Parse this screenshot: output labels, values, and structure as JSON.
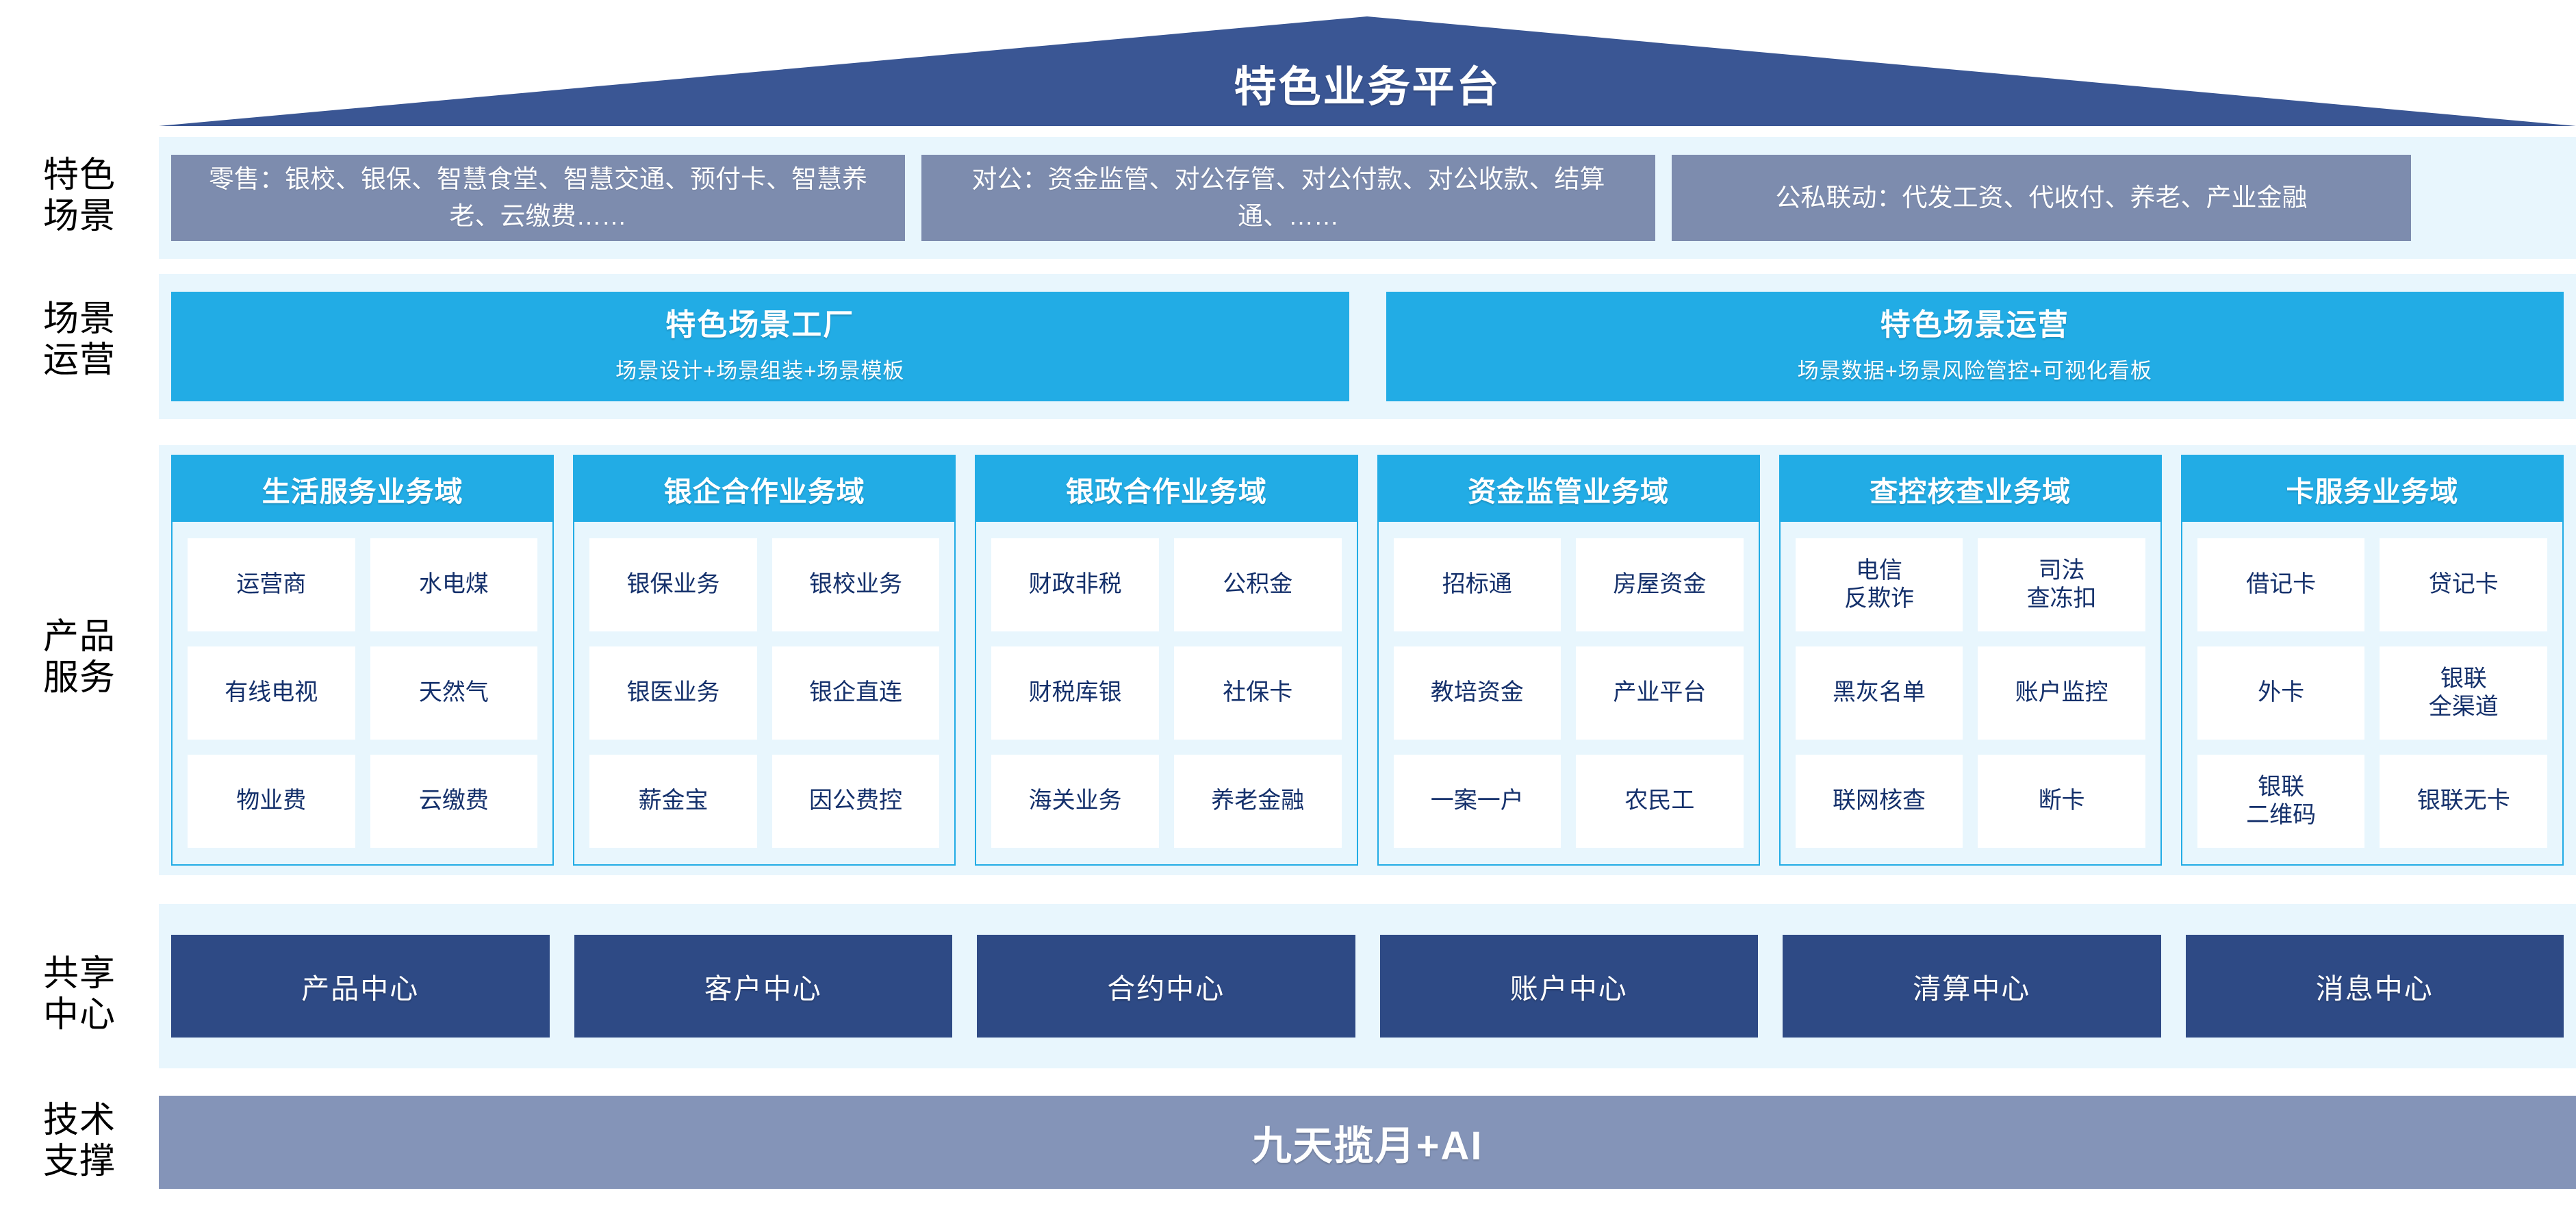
{
  "title": "特色业务平台",
  "colors": {
    "roof": "#3a5694",
    "panel_bg": "#e8f6fd",
    "scenario_box": "#7d8cae",
    "cyan": "#22ace5",
    "navy": "#2e4a85",
    "slate": "#8494b8",
    "cell_text": "#14306b"
  },
  "row_labels": [
    {
      "name": "scenario",
      "lines": [
        "特色",
        "场景"
      ]
    },
    {
      "name": "operations",
      "lines": [
        "场景",
        "运营"
      ]
    },
    {
      "name": "products",
      "lines": [
        "产品",
        "服务"
      ]
    },
    {
      "name": "shared-centers",
      "lines": [
        "共享",
        "中心"
      ]
    },
    {
      "name": "tech-support",
      "lines": [
        "技术",
        "支撑"
      ]
    }
  ],
  "scenarios": [
    {
      "key": "retail",
      "text": "零售：银校、银保、智慧食堂、智慧交通、预付卡、智慧养老、云缴费……"
    },
    {
      "key": "corporate",
      "text": "对公：资金监管、对公存管、对公付款、对公收款、结算通、……"
    },
    {
      "key": "joint",
      "text": "公私联动：代发工资、代收付、养老、产业金融"
    }
  ],
  "operations": [
    {
      "title": "特色场景工厂",
      "subtitle": "场景设计+场景组装+场景模板"
    },
    {
      "title": "特色场景运营",
      "subtitle": "场景数据+场景风险管控+可视化看板"
    }
  ],
  "domains": [
    {
      "header": "生活服务业务域",
      "cells": [
        {
          "l1": "运营商",
          "l2": ""
        },
        {
          "l1": "水电煤",
          "l2": ""
        },
        {
          "l1": "有线电视",
          "l2": ""
        },
        {
          "l1": "天然气",
          "l2": ""
        },
        {
          "l1": "物业费",
          "l2": ""
        },
        {
          "l1": "云缴费",
          "l2": ""
        }
      ]
    },
    {
      "header": "银企合作业务域",
      "cells": [
        {
          "l1": "银保业务",
          "l2": ""
        },
        {
          "l1": "银校业务",
          "l2": ""
        },
        {
          "l1": "银医业务",
          "l2": ""
        },
        {
          "l1": "银企直连",
          "l2": ""
        },
        {
          "l1": "薪金宝",
          "l2": ""
        },
        {
          "l1": "因公费控",
          "l2": ""
        }
      ]
    },
    {
      "header": "银政合作业务域",
      "cells": [
        {
          "l1": "财政非税",
          "l2": ""
        },
        {
          "l1": "公积金",
          "l2": ""
        },
        {
          "l1": "财税库银",
          "l2": ""
        },
        {
          "l1": "社保卡",
          "l2": ""
        },
        {
          "l1": "海关业务",
          "l2": ""
        },
        {
          "l1": "养老金融",
          "l2": ""
        }
      ]
    },
    {
      "header": "资金监管业务域",
      "cells": [
        {
          "l1": "招标通",
          "l2": ""
        },
        {
          "l1": "房屋资金",
          "l2": ""
        },
        {
          "l1": "教培资金",
          "l2": ""
        },
        {
          "l1": "产业平台",
          "l2": ""
        },
        {
          "l1": "一案一户",
          "l2": ""
        },
        {
          "l1": "农民工",
          "l2": ""
        }
      ]
    },
    {
      "header": "查控核查业务域",
      "cells": [
        {
          "l1": "电信",
          "l2": "反欺诈"
        },
        {
          "l1": "司法",
          "l2": "查冻扣"
        },
        {
          "l1": "黑灰名单",
          "l2": ""
        },
        {
          "l1": "账户监控",
          "l2": ""
        },
        {
          "l1": "联网核查",
          "l2": ""
        },
        {
          "l1": "断卡",
          "l2": ""
        }
      ]
    },
    {
      "header": "卡服务业务域",
      "cells": [
        {
          "l1": "借记卡",
          "l2": ""
        },
        {
          "l1": "贷记卡",
          "l2": ""
        },
        {
          "l1": "外卡",
          "l2": ""
        },
        {
          "l1": "银联",
          "l2": "全渠道"
        },
        {
          "l1": "银联",
          "l2": "二维码"
        },
        {
          "l1": "银联无卡",
          "l2": ""
        }
      ]
    }
  ],
  "shared_centers": [
    "产品中心",
    "客户中心",
    "合约中心",
    "账户中心",
    "清算中心",
    "消息中心"
  ],
  "tech_support": "九天揽月+AI"
}
